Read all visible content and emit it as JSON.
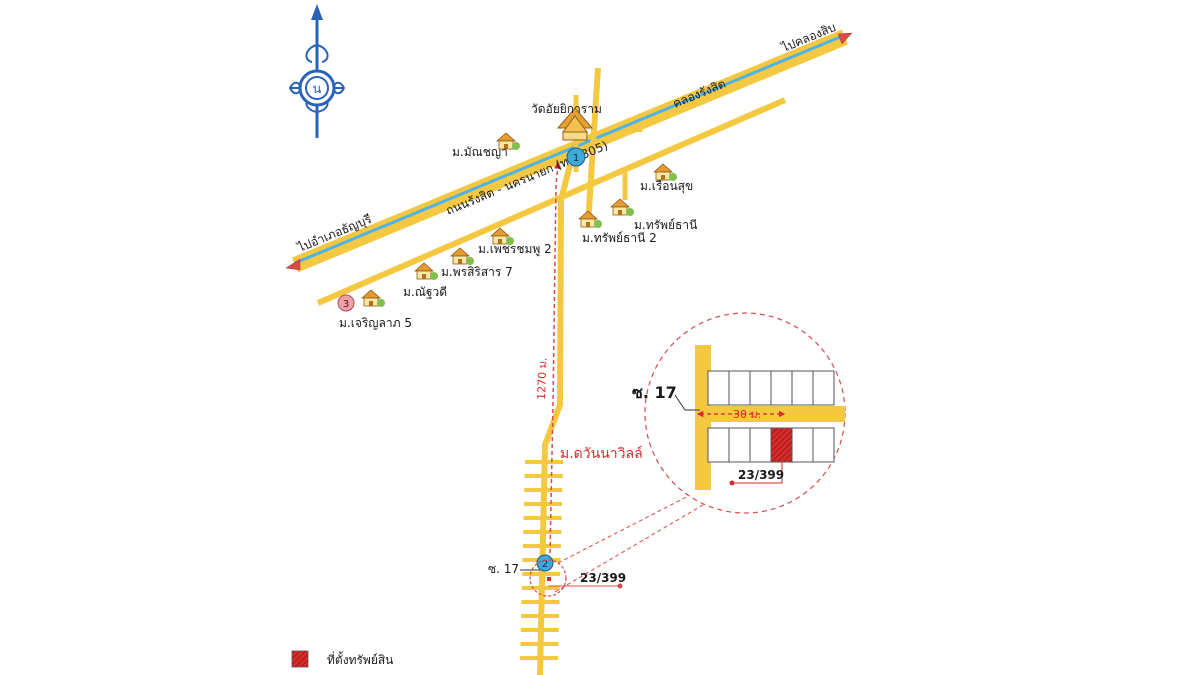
{
  "north_symbol": {
    "letter": "น"
  },
  "roads": {
    "main_road_label": "ถนนรังสิต - นครนายก (ทล. 305)",
    "canal_label": "คลองรังสิต",
    "to_thanyaburi": "ไปอำเภอธัญบุรี",
    "to_khlong_16": "ไปคลองสิบ"
  },
  "landmarks": {
    "temple": "วัดอัยยิการาม",
    "marker_1": "1",
    "marker_2": "2",
    "marker_3": "3"
  },
  "villages": {
    "manchaya": "ม.มัณชญา",
    "ruean_suk": "ม.เรือนสุข",
    "sap_thani": "ม.ทรัพย์ธานี",
    "sap_thani_2": "ม.ทรัพย์ธานี 2",
    "phet_chomphu_2": "ม.เพชรชมพู 2",
    "phon_sirisan_7": "ม.พรสิริสาร 7",
    "chanyawadi": "ม.ณัฐวดี",
    "charoen_lap_5": "ม.เจริญลาภ 5",
    "wannawit": "ม.ดวันนาวิลล์"
  },
  "distance_label": "1270 ม.",
  "soi_label": "ซ. 17",
  "house_number": "23/399",
  "inset": {
    "soi_label": "ซ. 17",
    "width_label": "30 ม.",
    "house_number": "23/399"
  },
  "legend": {
    "label": "ที่ตั้งทรัพย์สิน"
  },
  "colors": {
    "road": "#f5c842",
    "canal": "#4fb3e8",
    "marker_blue": "#3fa9d9",
    "marker_pink": "#f0a0a8",
    "property_red": "#d62b2b",
    "north_blue": "#2a62b8",
    "arrow_red": "#d94b4b"
  }
}
